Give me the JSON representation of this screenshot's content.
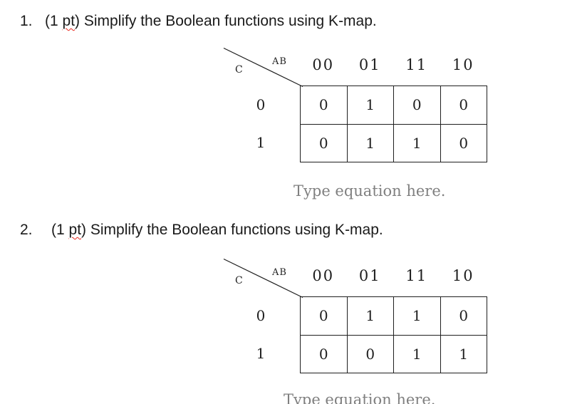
{
  "colors": {
    "text": "#1a1a1a",
    "table_line": "#1f1f1f",
    "placeholder_gray": "#808080",
    "spellcheck_red": "#e8281e"
  },
  "questions": [
    {
      "number": "1.",
      "prompt_prefix": "(1 ",
      "prompt_misspelled": "pt",
      "prompt_suffix": ") Simplify the Boolean functions using K-map.",
      "kmap": {
        "row_var": "C",
        "col_var": "AB",
        "col_headers": [
          "00",
          "01",
          "11",
          "10"
        ],
        "row_headers": [
          "0",
          "1"
        ],
        "cells": [
          [
            "0",
            "1",
            "0",
            "0"
          ],
          [
            "0",
            "1",
            "1",
            "0"
          ]
        ]
      },
      "equation_placeholder": "Type equation here."
    },
    {
      "number": "2.",
      "prompt_prefix": "(1 ",
      "prompt_misspelled": "pt",
      "prompt_suffix": ") Simplify the Boolean functions using K-map.",
      "kmap": {
        "row_var": "C",
        "col_var": "AB",
        "col_headers": [
          "00",
          "01",
          "11",
          "10"
        ],
        "row_headers": [
          "0",
          "1"
        ],
        "cells": [
          [
            "0",
            "1",
            "1",
            "0"
          ],
          [
            "0",
            "0",
            "1",
            "1"
          ]
        ]
      },
      "equation_placeholder": "Type equation here."
    }
  ]
}
